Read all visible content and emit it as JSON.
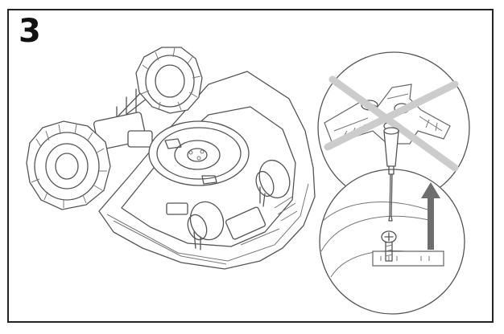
{
  "step": {
    "number": "3"
  },
  "colors": {
    "border": "#222222",
    "line_art": "#555555",
    "arrow": "#6e6e6e",
    "cross_band": "#cccccc"
  },
  "icons": {
    "mower": "robotic-mower-underside-illustration",
    "detail": "magnified-screw-removal-detail",
    "arrow": "up-arrow-icon",
    "tool": "screwdriver-icon"
  }
}
